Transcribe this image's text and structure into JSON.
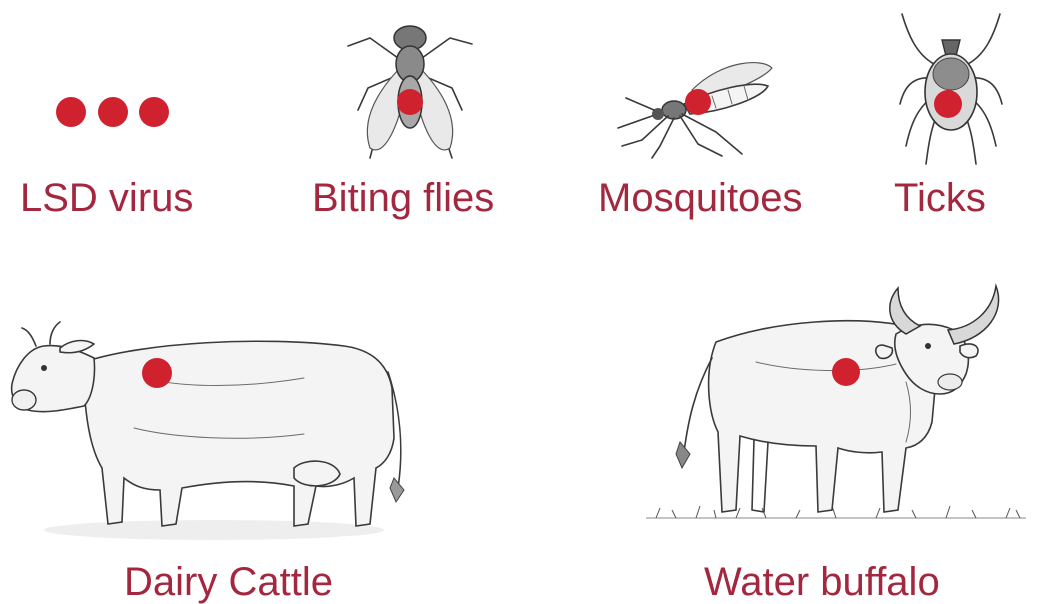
{
  "colors": {
    "label": "#a3283f",
    "dot": "#d0222e"
  },
  "labels": {
    "virus": "LSD virus",
    "flies": "Biting flies",
    "mosquitoes": "Mosquitoes",
    "ticks": "Ticks",
    "cattle": "Dairy Cattle",
    "buffalo": "Water buffalo"
  },
  "icons": {
    "virus": "three-red-dots",
    "flies": "fly-illustration",
    "mosquitoes": "mosquito-illustration",
    "ticks": "tick-illustration",
    "cattle": "cow-illustration",
    "buffalo": "water-buffalo-illustration"
  }
}
